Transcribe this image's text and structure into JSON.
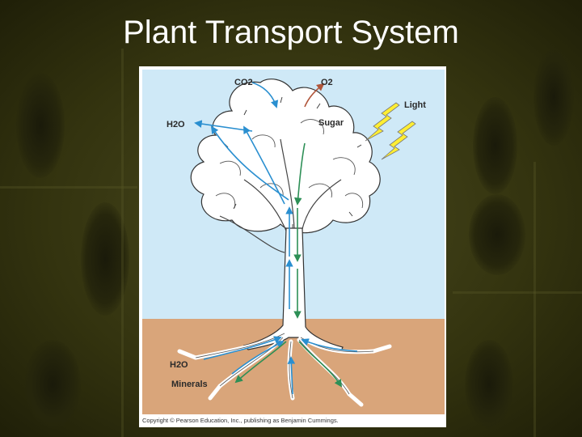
{
  "slide": {
    "title": "Plant Transport System"
  },
  "diagram": {
    "labels": {
      "co2": "CO2",
      "o2": "O2",
      "light": "Light",
      "h2o_top": "H2O",
      "sugar": "Sugar",
      "h2o_bottom": "H2O",
      "minerals": "Minerals"
    },
    "copyright": "Copyright © Pearson Education, Inc., publishing as Benjamin Cummings.",
    "colors": {
      "sky": "#cfe9f7",
      "soil": "#d9a57a",
      "xylem_arrow": "#2a8fd0",
      "phloem_arrow": "#2d8f56",
      "o2_arrow": "#b0553a",
      "light_bolt": "#ffee33"
    }
  }
}
